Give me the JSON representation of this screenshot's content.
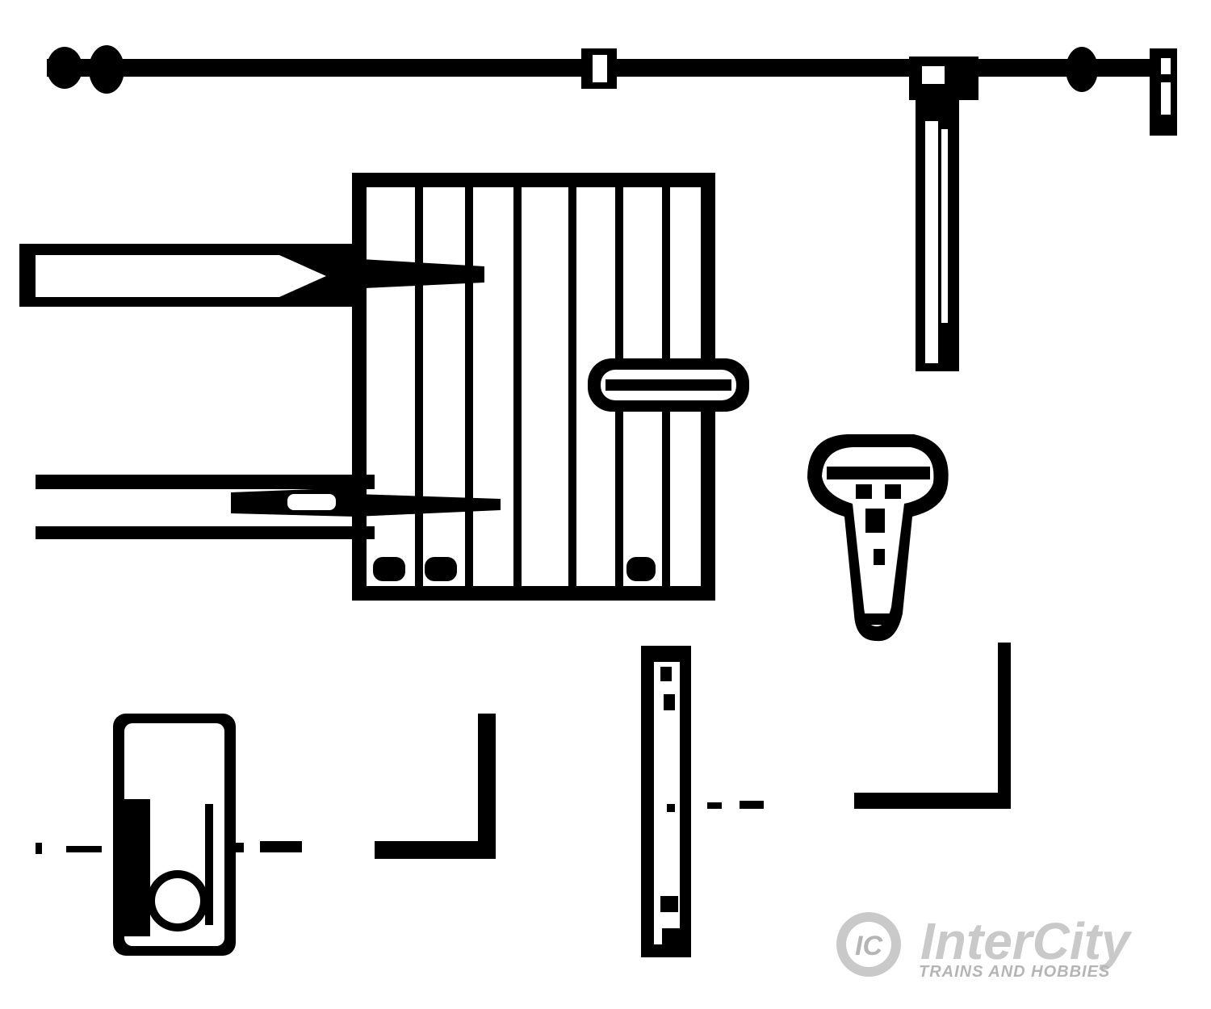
{
  "colors": {
    "ink": "#000000",
    "paper": "#ffffff",
    "watermark": "#c9c9c9",
    "watermark_dark": "#b5b5b5"
  },
  "watermark": {
    "logo_letters": "IC",
    "brand": "InterCity",
    "tagline": "TRAINS AND HOBBIES"
  }
}
